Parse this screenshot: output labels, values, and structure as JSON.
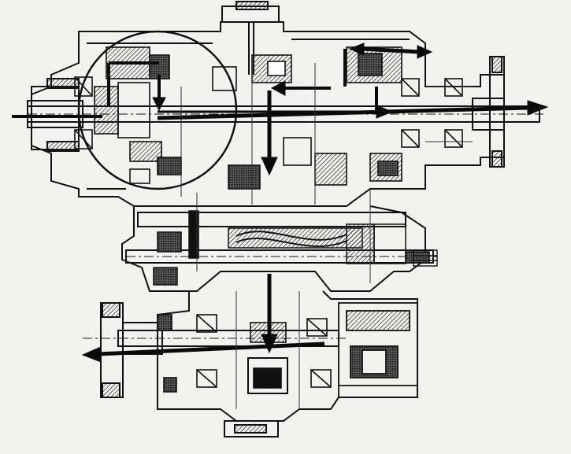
{
  "diagram": {
    "colors": {
      "paper": "#f2f2f0",
      "ink": "#111111",
      "hatch": "#2a2a2a",
      "arrow": "#0a0a0a"
    },
    "flow_arrows": [
      "input-shaft-arrow",
      "output-shaft-right-arrow",
      "downward-arrow-center",
      "downward-arrow-left-gear",
      "left-output-arrow",
      "lower-downward-arrow",
      "top-right-arrow",
      "top-left-arrow"
    ],
    "highlight": "circle-around-input-gear-clutch"
  }
}
